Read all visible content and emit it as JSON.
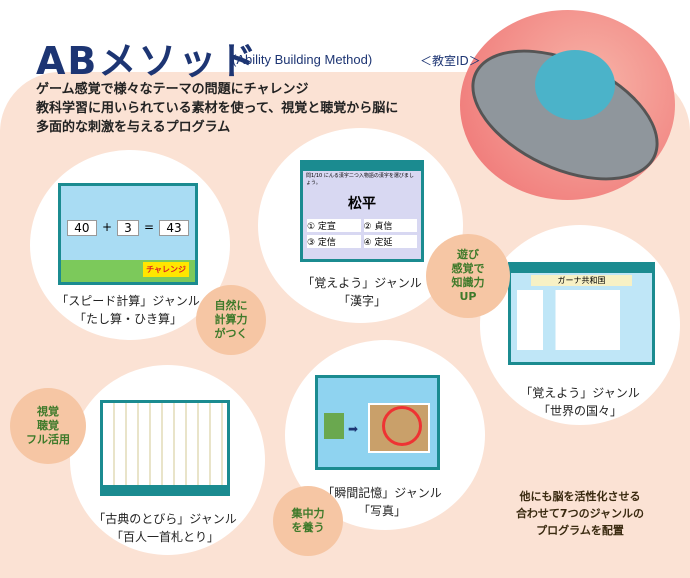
{
  "header": {
    "title": "ABメソッド",
    "subtitle": "(Ability Building Method)",
    "classroom_id": "＜教室ID＞"
  },
  "description": [
    "ゲーム感覚で様々なテーマの問題にチャレンジ",
    "教科学習に用いられている素材を使って、視覚と聴覚から脳に",
    "多面的な刺激を与えるプログラム"
  ],
  "programs": [
    {
      "caption": [
        "「スピード計算」ジャンル",
        "「たし算・ひき算」"
      ],
      "screen": {
        "a": "40",
        "op": "+",
        "b": "3",
        "eq": "=",
        "ans": "43",
        "button": "チャレンジ"
      }
    },
    {
      "caption": [
        "「覚えよう」ジャンル",
        "「漢字」"
      ],
      "screen": {
        "question_no": "問1/10",
        "prompt": "にんる漢字二つ入物語の漢字を選びましょう。",
        "word": "松平",
        "choices": [
          "① 定宣",
          "② 貞信",
          "③ 定信",
          "④ 定延"
        ]
      }
    },
    {
      "caption": [
        "「覚えよう」ジャンル",
        "「世界の国々」"
      ],
      "screen": {
        "country": "ガーナ共和国"
      }
    },
    {
      "caption": [
        "「古典のとびら」ジャンル",
        "「百人一首札とり」"
      ]
    },
    {
      "caption": [
        "「瞬間記憶」ジャンル",
        "「写真」"
      ]
    }
  ],
  "badges": [
    "自然に\n計算力\nがつく",
    "遊び\n感覚で\n知識力\nUP",
    "視覚\n聴覚\nフル活用",
    "集中力\nを養う"
  ],
  "note": [
    "他にも脳を活性化させる",
    "合わせて7つのジャンルの",
    "プログラムを配置"
  ]
}
